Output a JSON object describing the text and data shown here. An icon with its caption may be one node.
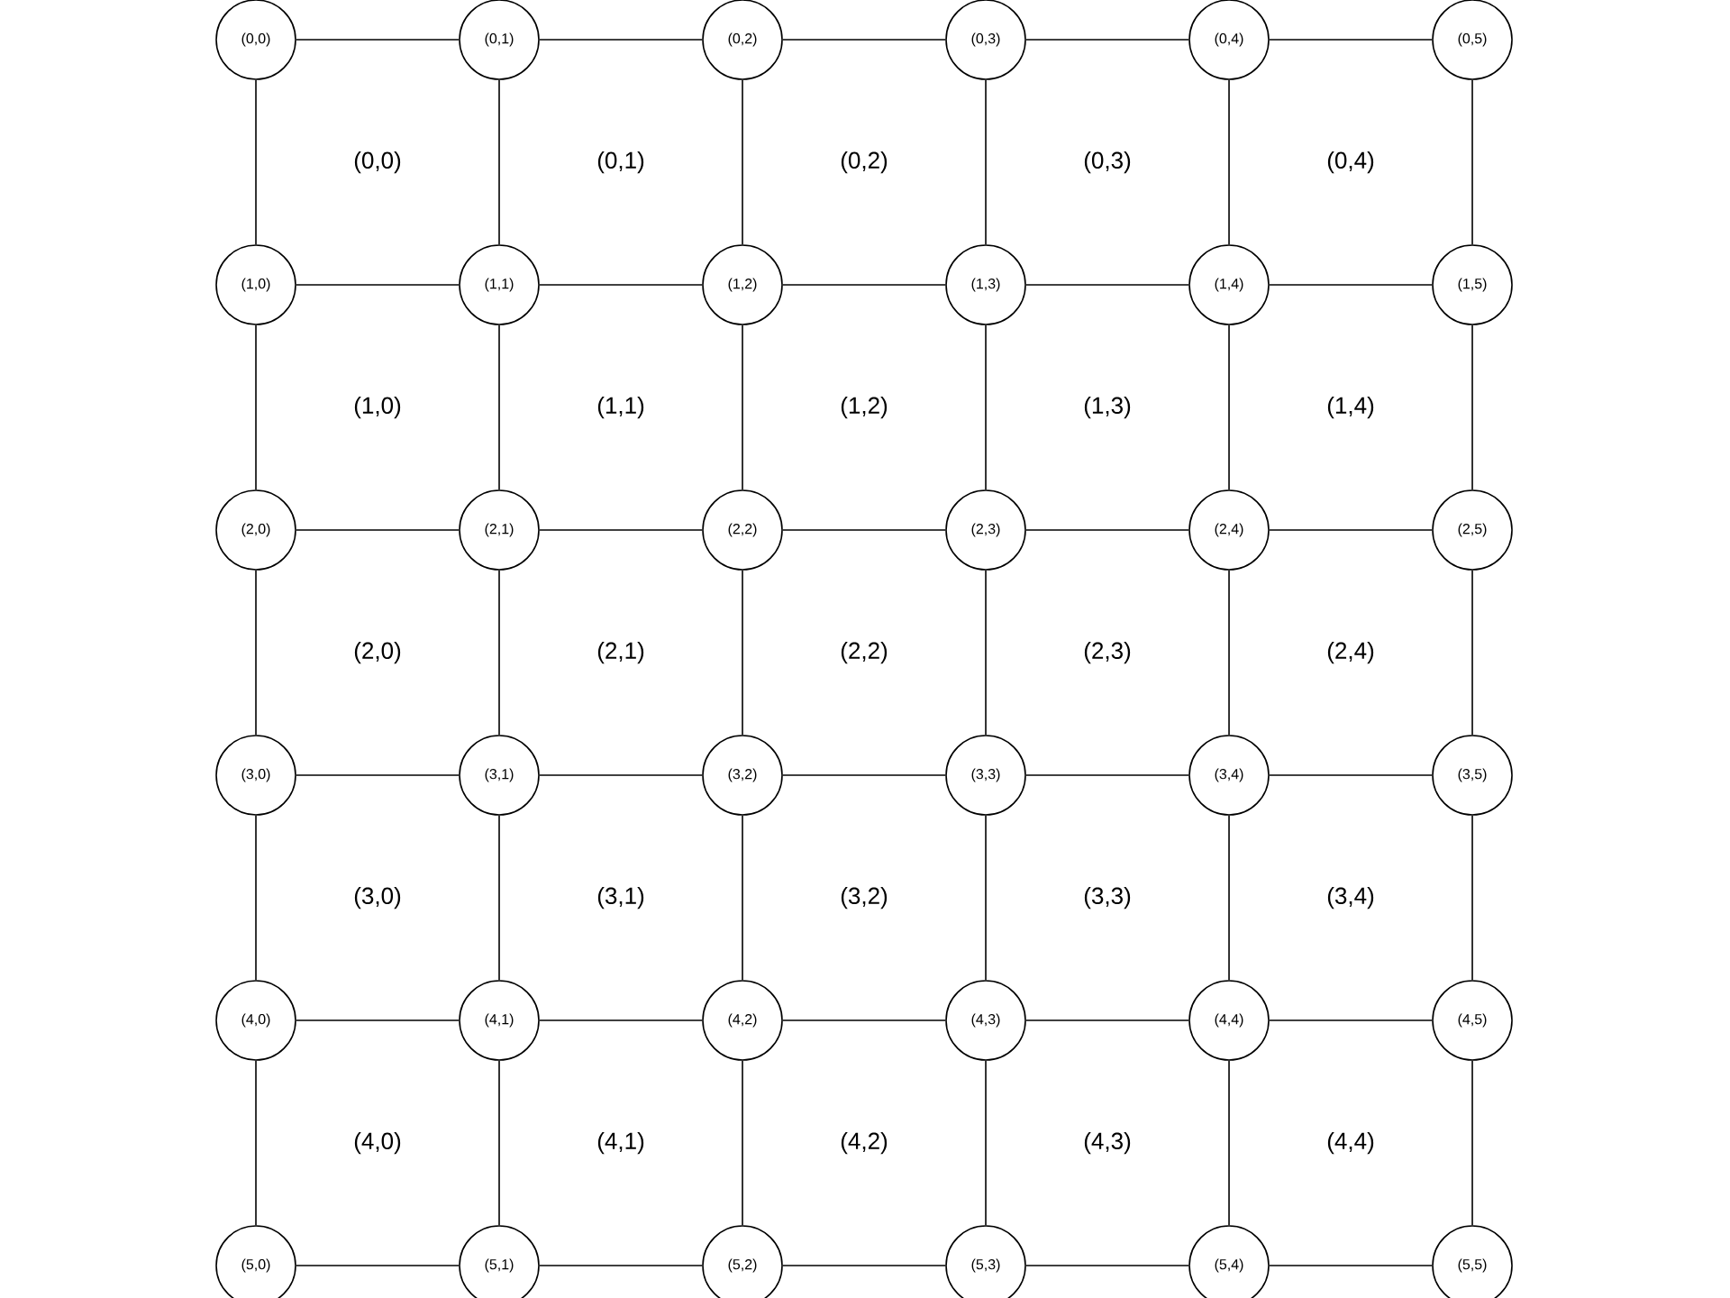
{
  "diagram": {
    "nodes": [
      {
        "text": [
          "(0,0)"
        ]
      },
      {
        "text": [
          "(0,1)"
        ]
      },
      {
        "text": [
          "(0,2)"
        ]
      },
      {
        "text": [
          "(0,3)"
        ]
      },
      {
        "text": [
          "(0,4)"
        ]
      },
      {
        "text": [
          "(0,5)"
        ]
      },
      {
        "text": [
          "(1,0)"
        ]
      },
      {
        "text": [
          "(1,1)"
        ]
      },
      {
        "text": [
          "(1,2)"
        ]
      },
      {
        "text": [
          "(1,3)"
        ]
      },
      {
        "text": [
          "(1,4)"
        ]
      },
      {
        "text": [
          "(1,5)"
        ]
      },
      {
        "text": [
          "(2,0)"
        ]
      },
      {
        "text": [
          "(2,1)"
        ]
      },
      {
        "text": [
          "(2,2)"
        ]
      },
      {
        "text": [
          "(2,3)"
        ]
      },
      {
        "text": [
          "(2,4)"
        ]
      },
      {
        "text": [
          "(2,5)"
        ]
      },
      {
        "text": [
          "(3,0)"
        ]
      },
      {
        "text": [
          "(3,1)"
        ]
      },
      {
        "text": [
          "(3,2)"
        ]
      },
      {
        "text": [
          "(3,3)"
        ]
      },
      {
        "text": [
          "(3,4)"
        ]
      },
      {
        "text": [
          "(3,5)"
        ]
      },
      {
        "text": [
          "(4,0)"
        ]
      },
      {
        "text": [
          "(4,1)"
        ]
      },
      {
        "text": [
          "(4,2)"
        ]
      },
      {
        "text": [
          "(4,3)"
        ]
      },
      {
        "text": [
          "(4,4)"
        ]
      },
      {
        "text": [
          "(4,5)"
        ]
      },
      {
        "text": [
          "(5,0)"
        ]
      },
      {
        "text": [
          "(5,1)"
        ]
      },
      {
        "text": [
          "(5,2)"
        ]
      },
      {
        "text": [
          "(5,3)"
        ]
      },
      {
        "text": [
          "(5,4)"
        ]
      },
      {
        "text": [
          "(5,5)"
        ]
      }
    ],
    "edges": [
      {
        "from": 0,
        "to": 1,
        "arrow": "none"
      },
      {
        "from": 1,
        "to": 2,
        "arrow": "none"
      },
      {
        "from": 2,
        "to": 3,
        "arrow": "none"
      },
      {
        "from": 3,
        "to": 4,
        "arrow": "none"
      },
      {
        "from": 4,
        "to": 5,
        "arrow": "none"
      },
      {
        "from": 6,
        "to": 7,
        "arrow": "none"
      },
      {
        "from": 7,
        "to": 8,
        "arrow": "none"
      },
      {
        "from": 8,
        "to": 9,
        "arrow": "none"
      },
      {
        "from": 9,
        "to": 10,
        "arrow": "none"
      },
      {
        "from": 10,
        "to": 11,
        "arrow": "none"
      },
      {
        "from": 12,
        "to": 13,
        "arrow": "none"
      },
      {
        "from": 13,
        "to": 14,
        "arrow": "none"
      },
      {
        "from": 14,
        "to": 15,
        "arrow": "none"
      },
      {
        "from": 15,
        "to": 16,
        "arrow": "none"
      },
      {
        "from": 16,
        "to": 17,
        "arrow": "none"
      },
      {
        "from": 18,
        "to": 19,
        "arrow": "none"
      },
      {
        "from": 19,
        "to": 20,
        "arrow": "none"
      },
      {
        "from": 20,
        "to": 21,
        "arrow": "none"
      },
      {
        "from": 21,
        "to": 22,
        "arrow": "none"
      },
      {
        "from": 22,
        "to": 23,
        "arrow": "none"
      },
      {
        "from": 24,
        "to": 25,
        "arrow": "none"
      },
      {
        "from": 25,
        "to": 26,
        "arrow": "none"
      },
      {
        "from": 26,
        "to": 27,
        "arrow": "none"
      },
      {
        "from": 27,
        "to": 28,
        "arrow": "none"
      },
      {
        "from": 28,
        "to": 29,
        "arrow": "none"
      },
      {
        "from": 30,
        "to": 31,
        "arrow": "none"
      },
      {
        "from": 31,
        "to": 32,
        "arrow": "none"
      },
      {
        "from": 32,
        "to": 33,
        "arrow": "none"
      },
      {
        "from": 33,
        "to": 34,
        "arrow": "none"
      },
      {
        "from": 34,
        "to": 35,
        "arrow": "none"
      },
      {
        "from": 0,
        "to": 6,
        "arrow": "none"
      },
      {
        "from": 1,
        "to": 7,
        "arrow": "none"
      },
      {
        "from": 2,
        "to": 8,
        "arrow": "none"
      },
      {
        "from": 3,
        "to": 9,
        "arrow": "none"
      },
      {
        "from": 4,
        "to": 10,
        "arrow": "none"
      },
      {
        "from": 5,
        "to": 11,
        "arrow": "none"
      },
      {
        "from": 6,
        "to": 12,
        "arrow": "none"
      },
      {
        "from": 7,
        "to": 13,
        "arrow": "none"
      },
      {
        "from": 8,
        "to": 14,
        "arrow": "none"
      },
      {
        "from": 9,
        "to": 15,
        "arrow": "none"
      },
      {
        "from": 10,
        "to": 16,
        "arrow": "none"
      },
      {
        "from": 11,
        "to": 17,
        "arrow": "none"
      },
      {
        "from": 12,
        "to": 18,
        "arrow": "none"
      },
      {
        "from": 13,
        "to": 19,
        "arrow": "none"
      },
      {
        "from": 14,
        "to": 20,
        "arrow": "none"
      },
      {
        "from": 15,
        "to": 21,
        "arrow": "none"
      },
      {
        "from": 16,
        "to": 22,
        "arrow": "none"
      },
      {
        "from": 17,
        "to": 23,
        "arrow": "none"
      },
      {
        "from": 18,
        "to": 24,
        "arrow": "none"
      },
      {
        "from": 19,
        "to": 25,
        "arrow": "none"
      },
      {
        "from": 20,
        "to": 26,
        "arrow": "none"
      },
      {
        "from": 21,
        "to": 27,
        "arrow": "none"
      },
      {
        "from": 22,
        "to": 28,
        "arrow": "none"
      },
      {
        "from": 23,
        "to": 29,
        "arrow": "none"
      },
      {
        "from": 24,
        "to": 30,
        "arrow": "none"
      },
      {
        "from": 25,
        "to": 31,
        "arrow": "none"
      },
      {
        "from": 26,
        "to": 32,
        "arrow": "none"
      },
      {
        "from": 27,
        "to": 33,
        "arrow": "none"
      },
      {
        "from": 28,
        "to": 34,
        "arrow": "none"
      },
      {
        "from": 29,
        "to": 35,
        "arrow": "none"
      }
    ],
    "labels": [
      "(0,0)",
      "(0,1)",
      "(0,2)",
      "(0,3)",
      "(0,4)",
      "(1,0)",
      "(1,1)",
      "(1,2)",
      "(1,3)",
      "(1,4)",
      "(2,0)",
      "(2,1)",
      "(2,2)",
      "(2,3)",
      "(2,4)",
      "(3,0)",
      "(3,1)",
      "(3,2)",
      "(3,3)",
      "(3,4)",
      "(4,0)",
      "(4,1)",
      "(4,2)",
      "(4,3)",
      "(4,4)"
    ]
  }
}
